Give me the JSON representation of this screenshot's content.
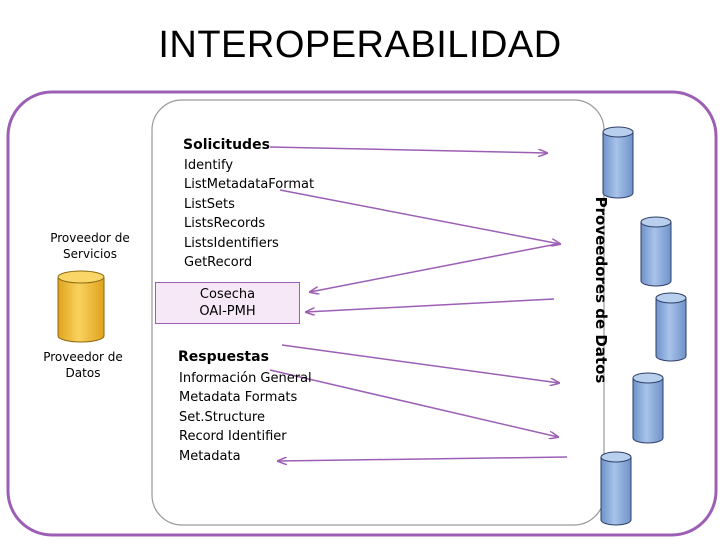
{
  "title": "INTEROPERABILIDAD",
  "left": {
    "service_provider": "Proveedor de Servicios",
    "data_provider": "Proveedor de Datos"
  },
  "requests": {
    "heading": "Solicitudes",
    "items": [
      "Identify",
      "ListMetadataFormat",
      "ListSets",
      "ListsRecords",
      "ListsIdentifiers",
      "GetRecord"
    ]
  },
  "harvest": {
    "line1": "Cosecha",
    "line2": "OAI-PMH"
  },
  "responses": {
    "heading": "Respuestas",
    "items": [
      "Información General",
      "Metadata Formats",
      "Set.Structure",
      "Record Identifier",
      "Metadata"
    ]
  },
  "data_providers_label": "Proveedores de Datos",
  "colors": {
    "frame": "#9c5fb5",
    "arrow": "#9c5fb5",
    "yellow_cylinder": "#f7c540",
    "blue_cylinder": "#8fb0dd",
    "harvest_fill": "#f7e8f7"
  }
}
